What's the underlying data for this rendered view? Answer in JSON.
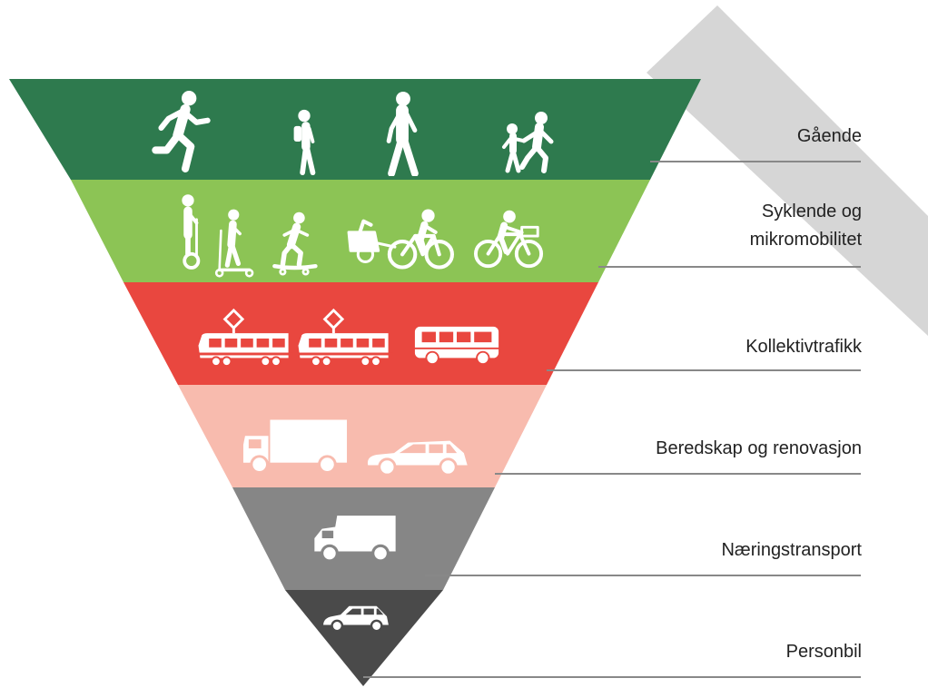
{
  "colors": {
    "walking": "#2e7a4e",
    "cycling": "#8cc455",
    "transit": "#e9473f",
    "emergency": "#f8bbae",
    "commercial": "#868686",
    "car": "#4a4a4a",
    "separator": "#888888",
    "icon": "#ffffff",
    "corner_band": "#d6d6d6"
  },
  "tiers": [
    {
      "id": "walking",
      "label_lines": [
        "Gående"
      ],
      "icons": [
        "runner-icon",
        "child-with-backpack-icon",
        "pedestrian-icon",
        "adult-with-child-icon"
      ]
    },
    {
      "id": "cycling",
      "label_lines": [
        "Syklende og",
        "mikromobilitet"
      ],
      "icons": [
        "segway-icon",
        "kick-scooter-icon",
        "skateboard-icon",
        "bicycle-with-trailer-icon",
        "cargo-bicycle-icon"
      ]
    },
    {
      "id": "transit",
      "label_lines": [
        "Kollektivtrafikk"
      ],
      "icons": [
        "tram-icon",
        "tram-icon",
        "bus-icon"
      ]
    },
    {
      "id": "emergency",
      "label_lines": [
        "Beredskap og renovasjon"
      ],
      "icons": [
        "truck-icon",
        "station-wagon-icon"
      ]
    },
    {
      "id": "commercial",
      "label_lines": [
        "Næringstransport"
      ],
      "icons": [
        "delivery-van-icon"
      ]
    },
    {
      "id": "car",
      "label_lines": [
        "Personbil"
      ],
      "icons": [
        "car-icon"
      ]
    }
  ]
}
